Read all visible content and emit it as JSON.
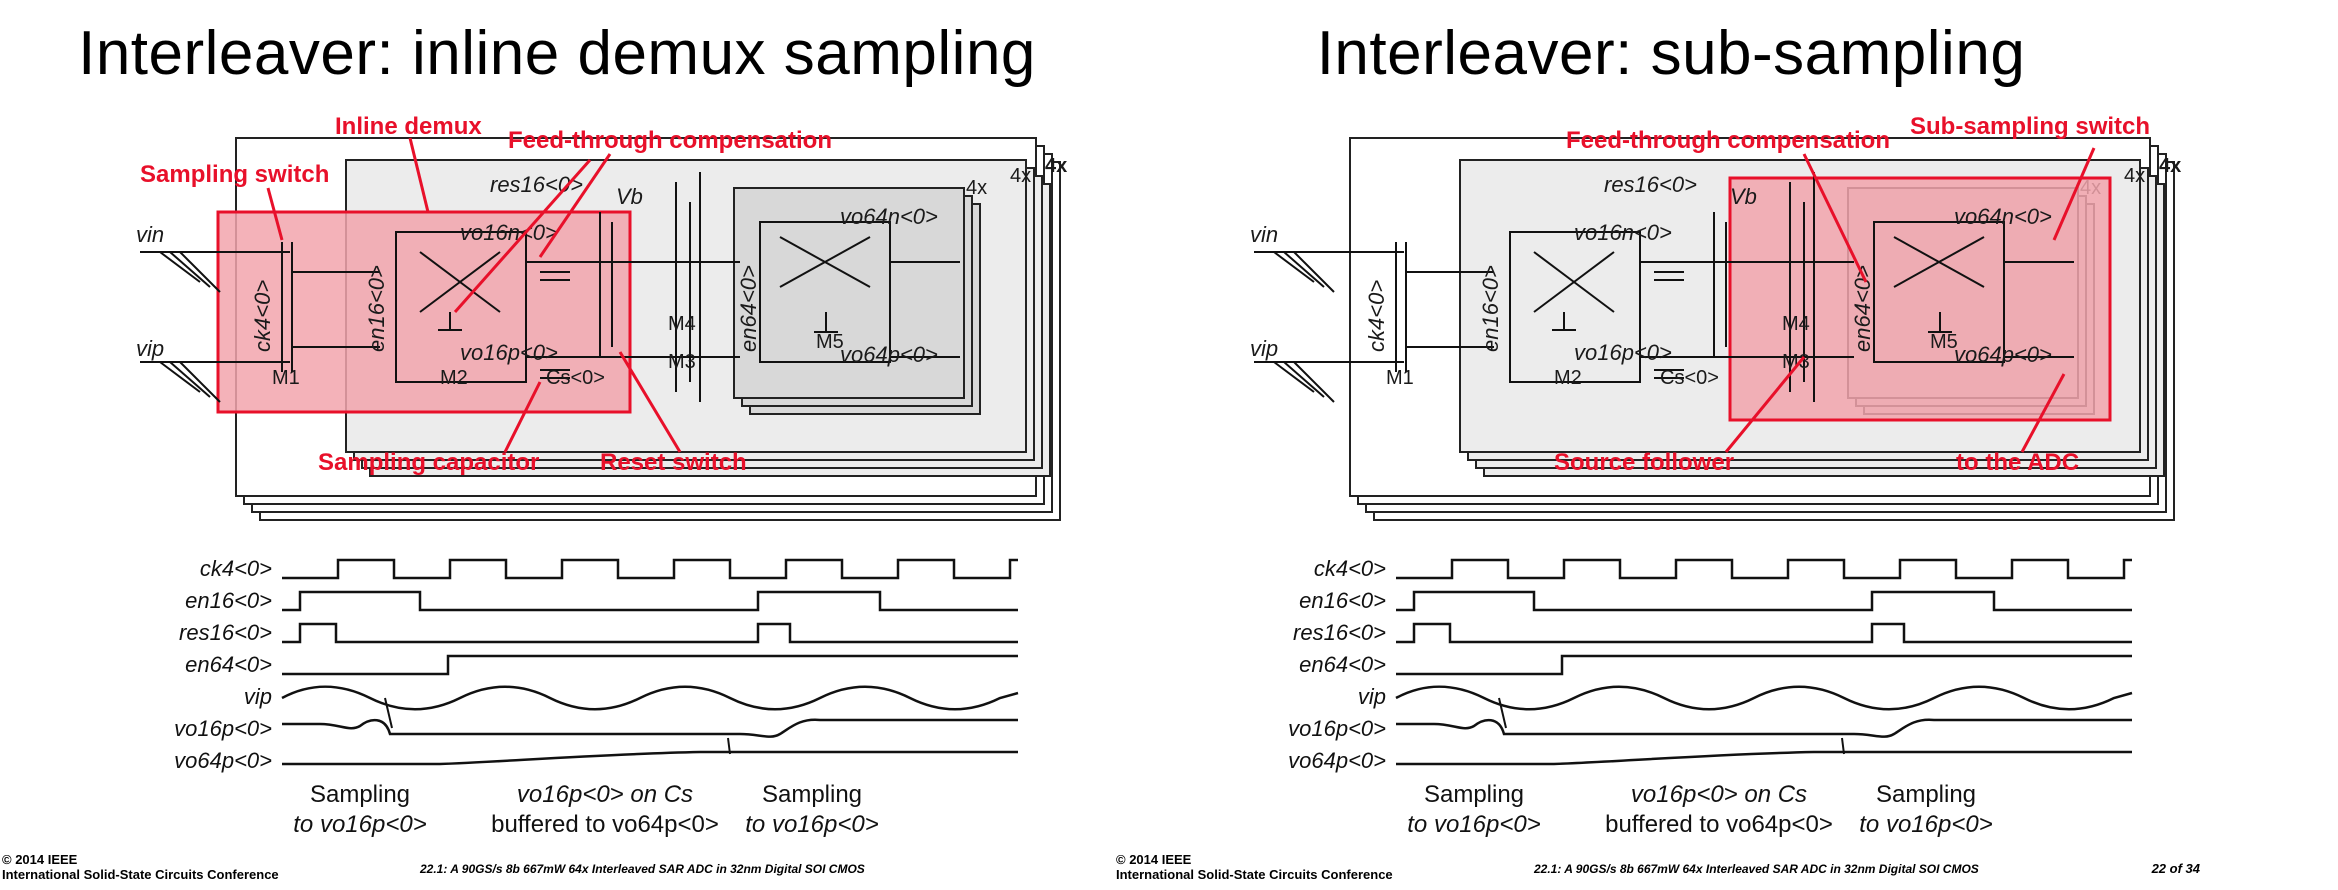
{
  "slides": [
    {
      "title": "Interleaver: inline demux sampling",
      "annotations": {
        "sampling_switch": "Sampling switch",
        "inline_demux": "Inline demux",
        "feed_through": "Feed-through compensation",
        "sampling_capacitor": "Sampling capacitor",
        "reset_switch": "Reset switch"
      },
      "footer": {
        "copyright": "© 2014 IEEE",
        "conference": "International Solid-State Circuits Conference",
        "paper": "22.1: A 90GS/s 8b 667mW 64x Interleaved SAR ADC in 32nm Digital SOI CMOS",
        "page": ""
      }
    },
    {
      "title": "Interleaver: sub-sampling",
      "annotations": {
        "feed_through": "Feed-through compensation",
        "sub_sampling_switch": "Sub-sampling switch",
        "source_follower": "Source follower",
        "to_the_adc": "to the ADC"
      },
      "footer": {
        "copyright": "© 2014 IEEE",
        "conference": "International Solid-State Circuits Conference",
        "paper": "22.1: A 90GS/s 8b 667mW 64x Interleaved SAR ADC in 32nm Digital SOI CMOS",
        "page": "22 of 34"
      }
    }
  ],
  "circuit_labels": {
    "vin": "vin",
    "vip": "vip",
    "ck4": "ck4<0>",
    "en16": "en16<0>",
    "res16": "res16<0>",
    "vb": "Vb",
    "vo16n": "vo16n<0>",
    "vo16p": "vo16p<0>",
    "cs": "Cs<0>",
    "en64": "en64<0>",
    "vo64n": "vo64n<0>",
    "vo64p": "vo64p<0>",
    "m1": "M1",
    "m2": "M2",
    "m3": "M3",
    "m4": "M4",
    "m5": "M5",
    "mult": "4x"
  },
  "timing_signals": [
    "ck4<0>",
    "en16<0>",
    "res16<0>",
    "en64<0>",
    "vip",
    "vo16p<0>",
    "vo64p<0>"
  ],
  "captions": {
    "sampling_line1": "Sampling",
    "sampling_line2": "to vo16p<0>",
    "buffer_line1": "vo16p<0> on Cs",
    "buffer_line2": "buffered to vo64p<0>"
  },
  "colors": {
    "highlight": "#e8102a",
    "highlight_fill": "#f2a5ad",
    "box_gray": "#e6e6e6"
  }
}
